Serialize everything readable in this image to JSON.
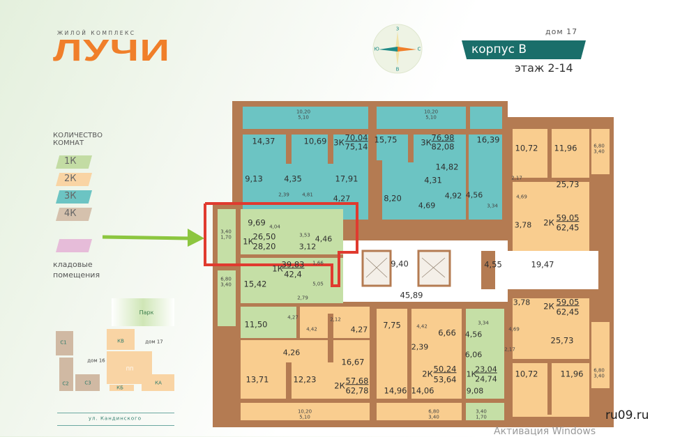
{
  "header": {
    "logo_subtitle": "ЖИЛОЙ КОМПЛЕКС",
    "logo": "ЛУЧИ",
    "house": "дом 17",
    "building": "корпус В",
    "floors": "этаж 2-14"
  },
  "compass": {
    "north": "С",
    "south": "Ю",
    "west": "З",
    "east": "В"
  },
  "legend": {
    "title_line1": "КОЛИЧЕСТВО",
    "title_line2": "КОМНАТ",
    "items": [
      {
        "label": "1К",
        "color": "#c3dca4"
      },
      {
        "label": "2К",
        "color": "#f9d4a4"
      },
      {
        "label": "3К",
        "color": "#6cc4c3"
      },
      {
        "label": "4К",
        "color": "#d5c1ad"
      }
    ],
    "storage_color": "#e6bcd9",
    "storage_line1": "кладовые",
    "storage_line2": "помещения"
  },
  "site_plan": {
    "park": "Парк",
    "house17": "дом 17",
    "house16": "дом 16",
    "blocks": [
      "С1",
      "С2",
      "С3",
      "КВ",
      "КБ",
      "КА",
      "ПП"
    ],
    "street": "ул. Кандинского"
  },
  "colors": {
    "wall": "#b47b52",
    "teal": "#6cc4c3",
    "orange": "#f9cd8f",
    "green": "#c5dfa6",
    "selection": "#e03a2f",
    "arrow": "#8cc63f"
  },
  "plan": {
    "a3k_top_left": {
      "type": "3К",
      "area_living": "70,04",
      "area_total": "75,14",
      "balcony": [
        "10,20",
        "5,10"
      ],
      "rooms": [
        "14,37",
        "10,69",
        "9,13",
        "4,35",
        "17,91",
        "2,39",
        "4,81",
        "4,27"
      ]
    },
    "a3k_top_mid": {
      "type": "3К",
      "area_living": "76,98",
      "area_total": "82,08",
      "balcony": [
        "10,20",
        "5,10"
      ],
      "rooms": [
        "15,75",
        "14,82",
        "4,31",
        "8,20",
        "4,92",
        "4,69"
      ]
    },
    "a_top_right": {
      "rooms": [
        "16,39",
        "4,56",
        "3,34"
      ]
    },
    "a2k_right_top": {
      "type": "2К",
      "area_living": "59,05",
      "area_total": "62,45",
      "balcony": [
        "6,80",
        "3,40"
      ],
      "rooms": [
        "10,72",
        "11,96",
        "25,73",
        "2,17",
        "4,69",
        "3,78"
      ]
    },
    "a1k_selected": {
      "type": "1К",
      "area_living": "26,50",
      "area_total": "28,20",
      "balcony": [
        "3,40",
        "1,70"
      ],
      "rooms": [
        "9,69",
        "4,04",
        "3,53",
        "4,46",
        "3,12"
      ]
    },
    "a1k_second": {
      "type": "1К",
      "area_living": "39,83",
      "area_total": "42,4",
      "balcony": [
        "6,80",
        "3,40"
      ],
      "rooms": [
        "1,66",
        "15,42",
        "5,05",
        "2,79",
        "4,27",
        "11,50"
      ]
    },
    "common": {
      "rooms": [
        "9,40",
        "45,89",
        "4,55",
        "19,47"
      ]
    },
    "a2k_bottom_left": {
      "type": "2К",
      "area_living": "57,68",
      "area_total": "62,78",
      "balcony": [
        "10,20",
        "5,10"
      ],
      "rooms": [
        "4,42",
        "2,12",
        "4,27",
        "4,26",
        "16,67",
        "13,71",
        "12,23"
      ]
    },
    "a2k_bottom_mid": {
      "type": "2К",
      "area_living": "50,24",
      "area_total": "53,64",
      "balcony": [
        "6,80",
        "3,40"
      ],
      "rooms": [
        "7,75",
        "4,42",
        "6,66",
        "2,39",
        "14,96",
        "14,06"
      ]
    },
    "a1k_bottom": {
      "type": "1К",
      "area_living": "23,04",
      "area_total": "24,74",
      "balcony": [
        "3,40",
        "1,70"
      ],
      "rooms": [
        "3,34",
        "4,56",
        "6,06",
        "9,08"
      ]
    },
    "a2k_right_bottom": {
      "type": "2К",
      "area_living": "59,05",
      "area_total": "62,45",
      "balcony": [
        "6,80",
        "3,40"
      ],
      "rooms": [
        "3,78",
        "4,69",
        "25,73",
        "2,17",
        "10,72",
        "11,96"
      ]
    }
  },
  "watermarks": {
    "site": "ru09.ru",
    "windows": "Активация Windows"
  }
}
